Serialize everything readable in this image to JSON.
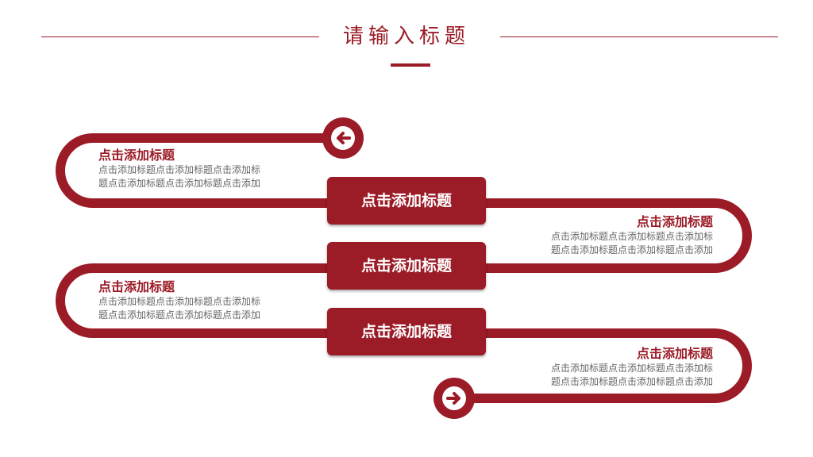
{
  "page": {
    "title": "请输入标题"
  },
  "boxes": [
    {
      "label": "点击添加标题"
    },
    {
      "label": "点击添加标题"
    },
    {
      "label": "点击添加标题"
    }
  ],
  "text_blocks": [
    {
      "heading": "点击添加标题",
      "line1": "点击添加标题点击添加标题点击添加标",
      "line2": "题点击添加标题点击添加标题点击添加"
    },
    {
      "heading": "点击添加标题",
      "line1": "点击添加标题点击添加标题点击添加标",
      "line2": "题点击添加标题点击添加标题点击添加"
    },
    {
      "heading": "点击添加标题",
      "line1": "点击添加标题点击添加标题点击添加标",
      "line2": "题点击添加标题点击添加标题点击添加"
    },
    {
      "heading": "点击添加标题",
      "line1": "点击添加标题点击添加标题点击添加标",
      "line2": "题点击添加标题点击添加标题点击添加"
    }
  ],
  "icons": {
    "start": "arrow-left-icon",
    "end": "arrow-right-icon"
  },
  "colors": {
    "accent": "#9b1b26",
    "body_text": "#666666",
    "background": "#ffffff"
  }
}
